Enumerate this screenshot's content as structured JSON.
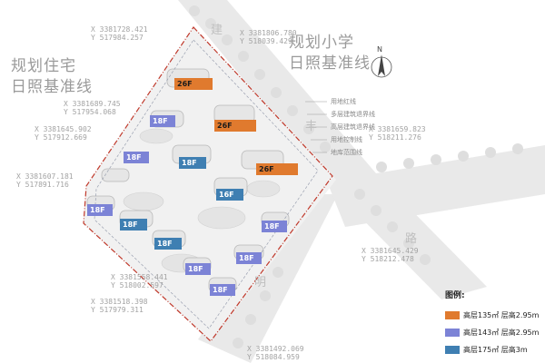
{
  "labels": {
    "left_title_line1": "规划住宅",
    "left_title_line2": "日照基准线",
    "right_title_line1": "规划小学",
    "right_title_line2": "日照基准线",
    "north": "N"
  },
  "coords": [
    {
      "x": "X 3381728.421",
      "y": "Y 517984.257"
    },
    {
      "x": "X 3381806.780",
      "y": "Y 518039.429"
    },
    {
      "x": "X 3381689.745",
      "y": "Y 517954.068"
    },
    {
      "x": "X 3381645.902",
      "y": "Y 517912.669"
    },
    {
      "x": "X 3381607.181",
      "y": "Y 517891.716"
    },
    {
      "x": "X 3381659.823",
      "y": "Y 518211.276"
    },
    {
      "x": "X 3381645.429",
      "y": "Y 518212.478"
    },
    {
      "x": "X 3381558.441",
      "y": "Y 518002.597"
    },
    {
      "x": "X 3381518.398",
      "y": "Y 517979.311"
    },
    {
      "x": "X 3381492.069",
      "y": "Y 518084.959"
    }
  ],
  "callouts": [
    "用地红线",
    "多层建筑退界线",
    "高层建筑退界线",
    "用地控制线",
    "地库范围线"
  ],
  "road_chars": [
    "建",
    "丰",
    "路",
    "明"
  ],
  "building_tags": [
    {
      "label": "26F",
      "type": "orange"
    },
    {
      "label": "18F",
      "type": "purple"
    },
    {
      "label": "26F",
      "type": "orange"
    },
    {
      "label": "18F",
      "type": "purple"
    },
    {
      "label": "18F",
      "type": "blue"
    },
    {
      "label": "26F",
      "type": "orange"
    },
    {
      "label": "16F",
      "type": "blue"
    },
    {
      "label": "18F",
      "type": "purple"
    },
    {
      "label": "18F",
      "type": "blue"
    },
    {
      "label": "18F",
      "type": "purple"
    },
    {
      "label": "18F",
      "type": "blue"
    },
    {
      "label": "18F",
      "type": "purple"
    },
    {
      "label": "18F",
      "type": "purple"
    },
    {
      "label": "18F",
      "type": "purple"
    }
  ],
  "legend": {
    "title": "图例:",
    "items": [
      {
        "label": "高层135㎡  层高2.95m",
        "color": "#e07a2e"
      },
      {
        "label": "高层143㎡  层高2.95m",
        "color": "#7c83d6"
      },
      {
        "label": "高层175㎡  层高3m",
        "color": "#3f7fb2"
      }
    ]
  },
  "colors": {
    "orange": "#e07a2e",
    "purple": "#7c83d6",
    "blue": "#3f7fb2",
    "boundary": "#c0392b"
  }
}
